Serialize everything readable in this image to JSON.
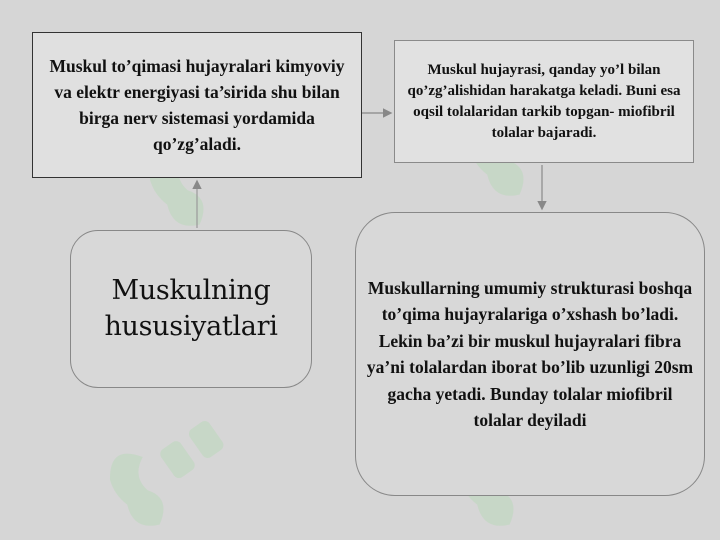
{
  "boxes": {
    "top_left": "Muskul to’qimasi hujayralari kimyoviy va elektr energiyasi ta’sirida shu bilan birga nerv sistemasi yordamida qo’zg’aladi.",
    "top_right": "Muskul hujayrasi, qanday yo’l bilan qo’zg’alishidan harakatga keladi. Buni esa oqsil tolalaridan tarkib topgan- miofibril tolalar bajaradi.",
    "center_left": "Muskulning hususiyatlari",
    "right_large": "Muskullarning umumiy strukturasi boshqa to’qima hujayralariga o’xshash bo’ladi. Lekin ba’zi bir muskul hujayralari fibra ya’ni tolalardan iborat bo’lib uzunligi 20sm gacha yetadi. Bunday tolalar miofibril tolalar deyiladi"
  },
  "colors": {
    "background": "#d6d6d6",
    "watermark": "#b8d7b8",
    "connector": "#888888"
  },
  "watermark_icon": "scf-logo-watermark"
}
